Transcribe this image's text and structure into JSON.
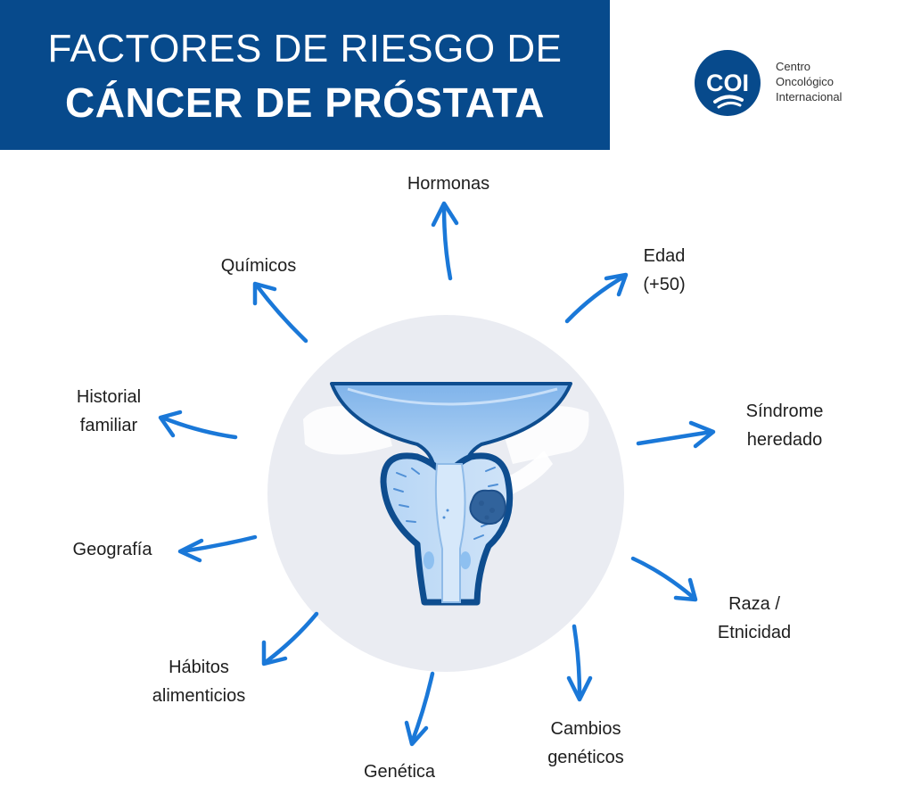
{
  "header": {
    "title_line1": "FACTORES DE RIESGO DE",
    "title_line2": "CÁNCER DE PRÓSTATA",
    "background_color": "#074a8c"
  },
  "logo": {
    "mark_text": "COI",
    "line1": "Centro",
    "line2": "Oncológico",
    "line3": "Internacional"
  },
  "factors": {
    "hormonas": [
      "Hormonas"
    ],
    "edad": [
      "Edad",
      "(+50)"
    ],
    "sindrome": [
      "Síndrome",
      "heredado"
    ],
    "raza": [
      "Raza /",
      "Etnicidad"
    ],
    "cambios": [
      "Cambios",
      "genéticos"
    ],
    "genetica": [
      "Genética"
    ],
    "habitos": [
      "Hábitos",
      "alimenticios"
    ],
    "geografia": [
      "Geografía"
    ],
    "historial": [
      "Historial",
      "familiar"
    ],
    "quimicos": [
      "Químicos"
    ]
  },
  "colors": {
    "arrow": "#1a78d8",
    "circle": "#eaecf2",
    "organ_dark": "#0e4d8f",
    "organ_light": "#a9cdf2"
  },
  "icons": {
    "center": "prostate-illustration-icon",
    "arrows": "arrow-icon"
  }
}
